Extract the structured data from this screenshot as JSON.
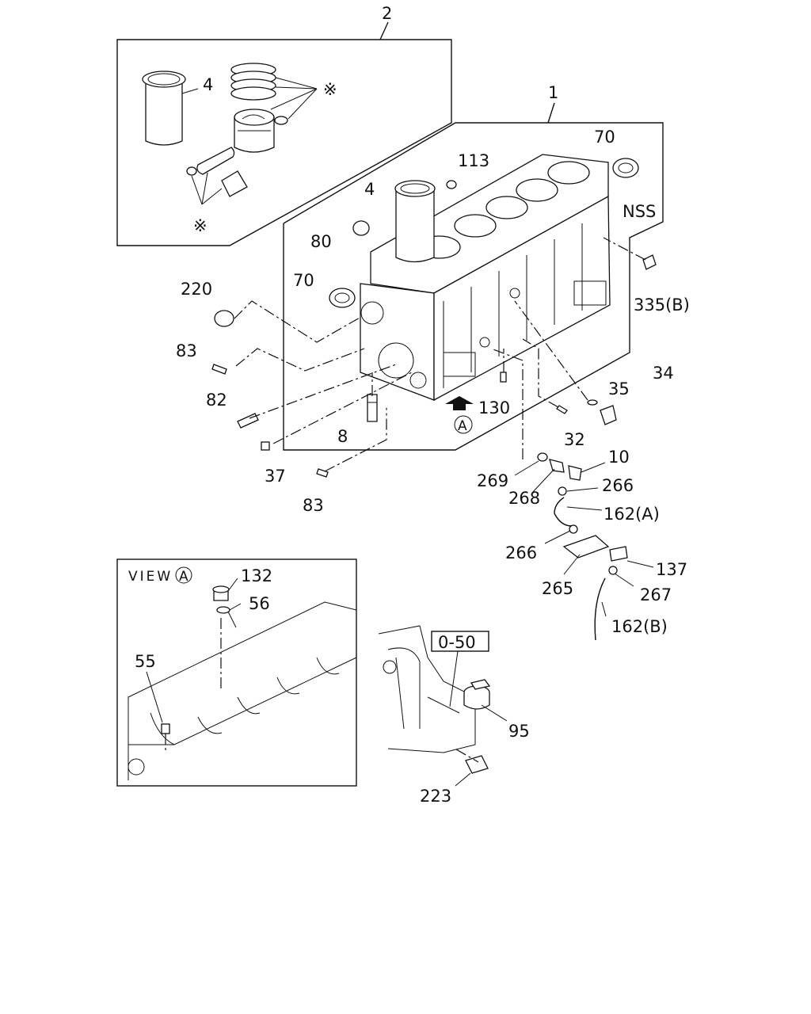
{
  "labels": {
    "c2": "2",
    "c1": "1",
    "c4_kit": "4",
    "star_rings": "※",
    "star_pin": "※",
    "c113": "113",
    "c70_top": "70",
    "c4_block": "4",
    "c_nss": "NSS",
    "c80": "80",
    "c70_left": "70",
    "c220": "220",
    "c335b": "335(B)",
    "c83_top": "83",
    "c34": "34",
    "c35": "35",
    "c82": "82",
    "c130": "130",
    "c8": "8",
    "c32": "32",
    "view_a_circle": "A",
    "c37": "37",
    "c10": "10",
    "c269": "269",
    "c266_top": "266",
    "c83_bottom": "83",
    "c268": "268",
    "c162a": "162(A)",
    "c266_bottom": "266",
    "c137": "137",
    "c265": "265",
    "c267": "267",
    "c162b": "162(B)",
    "view_label": "VIEW",
    "view_circle": "A",
    "c132": "132",
    "c56": "56",
    "c55": "55",
    "ref_box": "0-50",
    "c95": "95",
    "c223": "223"
  },
  "icons": [
    "arrow-up-icon"
  ]
}
